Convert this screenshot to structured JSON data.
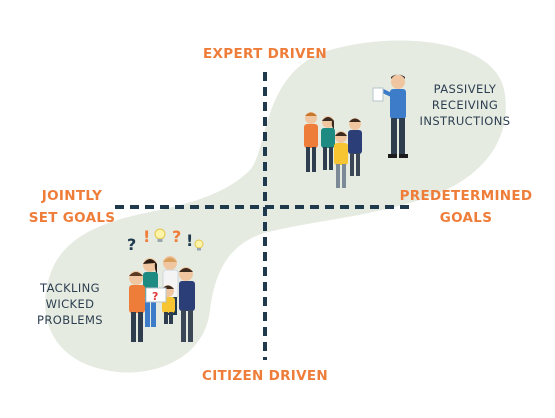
{
  "axes": {
    "top": "EXPERT DRIVEN",
    "bottom": "CITIZEN DRIVEN",
    "left": [
      "JOINTLY",
      "SET GOALS"
    ],
    "right": [
      "PREDETERMINED",
      "GOALS"
    ]
  },
  "notes": {
    "top_right": [
      "PASSIVELY",
      "RECEIVING",
      "INSTRUCTIONS"
    ],
    "bottom_left": [
      "TACKLING",
      "WICKED",
      "PROBLEMS"
    ]
  },
  "thought_symbols": [
    "?",
    "!",
    "?",
    "!"
  ],
  "paper_mark": "?",
  "colors": {
    "accent": "#ef7d3a",
    "axis_line": "#1f3a4d",
    "blob": "#e6ebe2",
    "text_dark": "#2c3e50"
  }
}
